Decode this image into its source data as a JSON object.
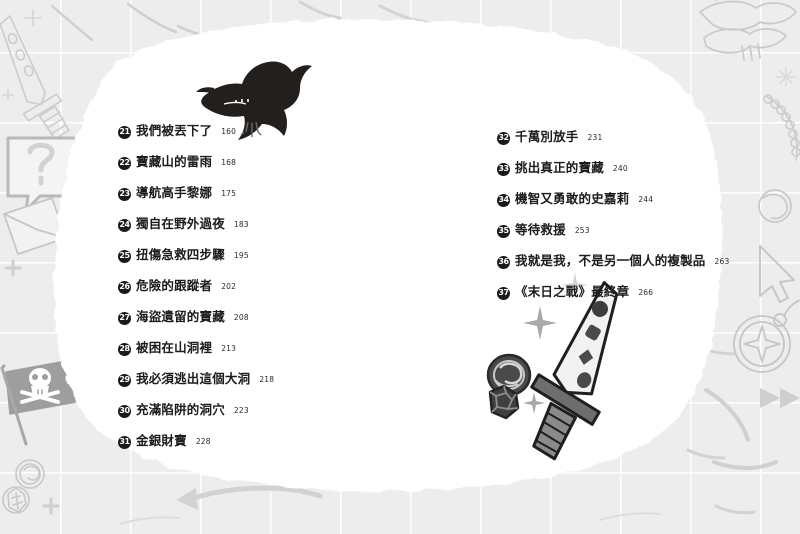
{
  "page": {
    "kind": "book-table-of-contents",
    "background_color": "#ededed",
    "paper_color": "#ffffff",
    "ink_color": "#1b1b1b",
    "badge_color": "#1a1a1a",
    "badge_text_color": "#ffffff",
    "doodle_color": "#c9c9c9"
  },
  "toc": {
    "left_column": [
      {
        "number": "21",
        "title": "我們被丟下了",
        "page": "160"
      },
      {
        "number": "22",
        "title": "寶藏山的雷雨",
        "page": "168"
      },
      {
        "number": "23",
        "title": "導航高手黎娜",
        "page": "175"
      },
      {
        "number": "24",
        "title": "獨自在野外過夜",
        "page": "183"
      },
      {
        "number": "25",
        "title": "扭傷急救四步驟",
        "page": "195"
      },
      {
        "number": "26",
        "title": "危險的跟蹤者",
        "page": "202"
      },
      {
        "number": "27",
        "title": "海盜遺留的寶藏",
        "page": "208"
      },
      {
        "number": "28",
        "title": "被困在山洞裡",
        "page": "213"
      },
      {
        "number": "29",
        "title": "我必須逃出這個大洞",
        "page": "218"
      },
      {
        "number": "30",
        "title": "充滿陷阱的洞穴",
        "page": "223"
      },
      {
        "number": "31",
        "title": "金銀財寶",
        "page": "228"
      }
    ],
    "right_column": [
      {
        "number": "32",
        "title": "千萬別放手",
        "page": "231"
      },
      {
        "number": "33",
        "title": "挑出真正的寶藏",
        "page": "240"
      },
      {
        "number": "34",
        "title": "機智又勇敢的史嘉莉",
        "page": "244"
      },
      {
        "number": "35",
        "title": "等待救援",
        "page": "253"
      },
      {
        "number": "36",
        "title": "我就是我，不是另一個人的複製品",
        "page": "263"
      },
      {
        "number": "37",
        "title": "《末日之戰》最終章",
        "page": "266"
      }
    ]
  },
  "illustrations": {
    "crow": "flying-crow-icon",
    "sword": "sword-icon",
    "coin": "treasure-coin-icon",
    "gem": "gemstone-icon",
    "sparkle_a": "sparkle-icon",
    "sparkle_b": "sparkle-icon"
  },
  "background_doodles": {
    "sword_outline": "sword-outline-doodle",
    "speech_bubble": "question-speech-bubble-doodle",
    "pirate_flag": "pirate-flag-doodle",
    "skull": "skull-crossbones-icon",
    "compass": "compass-doodle",
    "necklace": "pearl-necklace-doodle",
    "birds": "birds-outline-doodle",
    "cursor": "mouse-cursor-doodle",
    "envelope": "envelope-doodle",
    "arrow": "curved-arrow-doodle",
    "coins_small": "small-coins-doodle",
    "plus_marks": "plus-mark-doodle"
  }
}
